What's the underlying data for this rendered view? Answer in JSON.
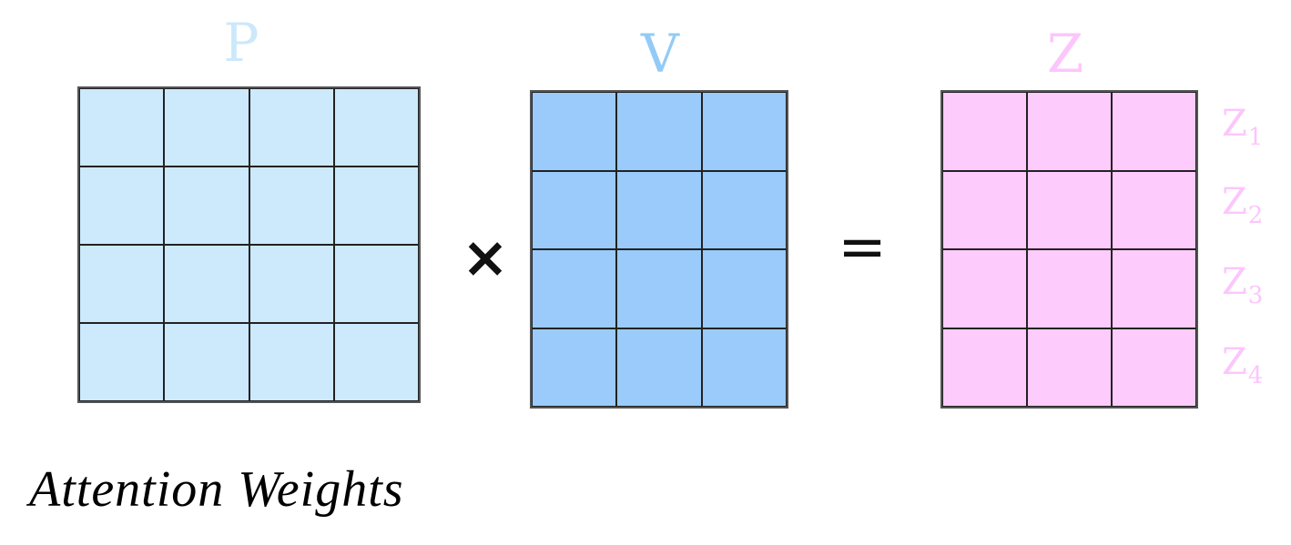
{
  "matrices": {
    "p": {
      "label": "P",
      "rows": 4,
      "cols": 4,
      "color": "#cde9fc"
    },
    "v": {
      "label": "V",
      "rows": 4,
      "cols": 3,
      "color": "#9acbfa"
    },
    "z": {
      "label": "Z",
      "rows": 4,
      "cols": 3,
      "color": "#fdcbfc"
    }
  },
  "operators": {
    "times": "×",
    "equals": "="
  },
  "z_rows": [
    {
      "base": "Z",
      "sub": "1"
    },
    {
      "base": "Z",
      "sub": "2"
    },
    {
      "base": "Z",
      "sub": "3"
    },
    {
      "base": "Z",
      "sub": "4"
    }
  ],
  "caption": "Attention Weights"
}
